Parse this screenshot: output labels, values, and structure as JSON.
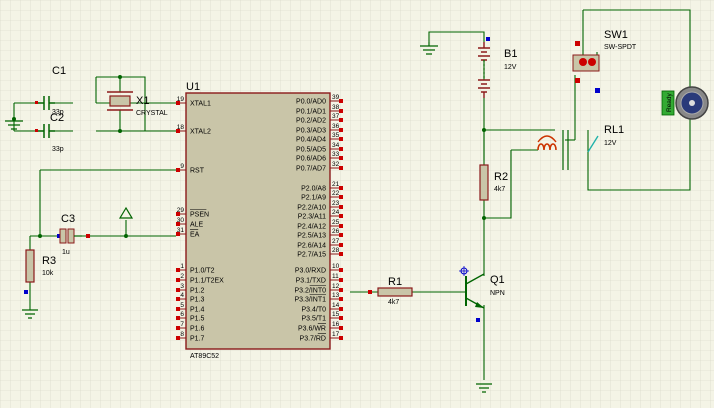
{
  "colors": {
    "background": "#f4f4e6",
    "grid": "#d4d4c4",
    "wire": "#006400",
    "body_fill": "#c9c5a8",
    "body_stroke": "#8b1a1a",
    "pin_red": "#cc0000",
    "pin_blue": "#0000cc"
  },
  "u1": {
    "ref": "U1",
    "part": "AT89C52",
    "left_pins": [
      {
        "num": "19",
        "name": "XTAL1"
      },
      {
        "num": "18",
        "name": "XTAL2"
      },
      {
        "num": "9",
        "name": "RST"
      },
      {
        "num": "29",
        "name": "PSEN"
      },
      {
        "num": "30",
        "name": "ALE"
      },
      {
        "num": "31",
        "name": "EA"
      },
      {
        "num": "1",
        "name": "P1.0/T2"
      },
      {
        "num": "2",
        "name": "P1.1/T2EX"
      },
      {
        "num": "3",
        "name": "P1.2"
      },
      {
        "num": "4",
        "name": "P1.3"
      },
      {
        "num": "5",
        "name": "P1.4"
      },
      {
        "num": "6",
        "name": "P1.5"
      },
      {
        "num": "7",
        "name": "P1.6"
      },
      {
        "num": "8",
        "name": "P1.7"
      }
    ],
    "right_pins": [
      {
        "num": "39",
        "name": "P0.0/AD0"
      },
      {
        "num": "38",
        "name": "P0.1/AD1"
      },
      {
        "num": "37",
        "name": "P0.2/AD2"
      },
      {
        "num": "36",
        "name": "P0.3/AD3"
      },
      {
        "num": "35",
        "name": "P0.4/AD4"
      },
      {
        "num": "34",
        "name": "P0.5/AD5"
      },
      {
        "num": "33",
        "name": "P0.6/AD6"
      },
      {
        "num": "32",
        "name": "P0.7/AD7"
      },
      {
        "num": "21",
        "name": "P2.0/A8"
      },
      {
        "num": "22",
        "name": "P2.1/A9"
      },
      {
        "num": "23",
        "name": "P2.2/A10"
      },
      {
        "num": "24",
        "name": "P2.3/A11"
      },
      {
        "num": "25",
        "name": "P2.4/A12"
      },
      {
        "num": "26",
        "name": "P2.5/A13"
      },
      {
        "num": "27",
        "name": "P2.6/A14"
      },
      {
        "num": "28",
        "name": "P2.7/A15"
      },
      {
        "num": "10",
        "name": "P3.0/RXD"
      },
      {
        "num": "11",
        "name": "P3.1/TXD"
      },
      {
        "num": "12",
        "name": "P3.2/INT0"
      },
      {
        "num": "13",
        "name": "P3.3/INT1"
      },
      {
        "num": "14",
        "name": "P3.4/T0"
      },
      {
        "num": "15",
        "name": "P3.5/T1"
      },
      {
        "num": "16",
        "name": "P3.6/WR"
      },
      {
        "num": "17",
        "name": "P3.7/RD"
      }
    ]
  },
  "components": {
    "c1": {
      "ref": "C1",
      "value": "33p"
    },
    "c2": {
      "ref": "C2",
      "value": "33p"
    },
    "x1": {
      "ref": "X1",
      "value": "CRYSTAL"
    },
    "c3": {
      "ref": "C3",
      "value": "1u"
    },
    "r3": {
      "ref": "R3",
      "value": "10k"
    },
    "r1": {
      "ref": "R1",
      "value": "4k7"
    },
    "r2": {
      "ref": "R2",
      "value": "4k7"
    },
    "q1": {
      "ref": "Q1",
      "value": "NPN"
    },
    "b1": {
      "ref": "B1",
      "value": "12V"
    },
    "rl1": {
      "ref": "RL1",
      "value": "12V"
    },
    "sw1": {
      "ref": "SW1",
      "value": "SW-SPDT"
    },
    "motor": {
      "label": "Ready"
    }
  }
}
